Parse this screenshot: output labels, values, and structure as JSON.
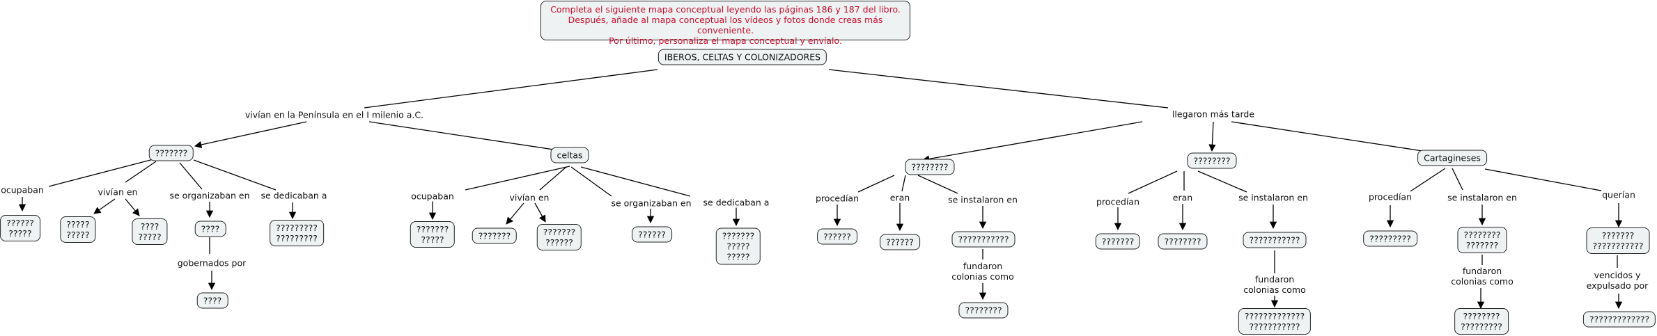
{
  "instructions": [
    "Completa el siguiente mapa conceptual leyendo las páginas 186 y 187 del libro.",
    "Después, añade al mapa conceptual los vídeos y fotos donde creas más conveniente.",
    "Por último, personaliza el mapa conceptual y envíalo."
  ],
  "colors": {
    "instructions_text": "#c8102e",
    "node_fill": "#eef2f3",
    "node_border": "#222222"
  },
  "map": {
    "root": "IBEROS, CELTAS Y COLONIZADORES",
    "branch_left": "vivían en la Península en el I milenio a.C.",
    "branch_right": "llegaron más tarde",
    "iberos": {
      "title": "???????",
      "ocupaban": "ocupaban",
      "ocupaban_val": "??????\n?????",
      "vivian_en": "vivían en",
      "vivian_a": "?????\n?????",
      "vivian_b": "????\n?????",
      "organizaban": "se organizaban en",
      "organizaban_val": "????",
      "gobernados": "gobernados por",
      "gobernados_val": "????",
      "dedicaban": "se dedicaban a",
      "dedicaban_val": "?????????\n?????????"
    },
    "celtas": {
      "title": "celtas",
      "ocupaban": "ocupaban",
      "ocupaban_val": "???????\n?????",
      "vivian_en": "vivían en",
      "vivian_a": "???????",
      "vivian_b": "???????\n??????",
      "organizaban": "se organizaban en",
      "organizaban_val": "??????",
      "dedicaban": "se dedicaban a",
      "dedicaban_val": "???????\n?????\n?????"
    },
    "col1": {
      "title": "????????",
      "procedian": "procedían",
      "procedian_val": "??????",
      "eran": "eran",
      "eran_val": "??????",
      "instalaron": "se instalaron en",
      "instalaron_val": "???????????",
      "fundaron": "fundaron\ncolonias como",
      "fundaron_val": "????????"
    },
    "col2": {
      "title": "????????",
      "procedian": "procedían",
      "procedian_val": "???????",
      "eran": "eran",
      "eran_val": "????????",
      "instalaron": "se instalaron en",
      "instalaron_val": "???????????",
      "fundaron": "fundaron\ncolonias como",
      "fundaron_val": "?????????????\n???????????"
    },
    "cartagineses": {
      "title": "Cartagineses",
      "procedian": "procedían",
      "procedian_val": "?????????",
      "instalaron": "se instalaron en",
      "instalaron_val": "????????\n???????",
      "fundaron": "fundaron\ncolonias como",
      "fundaron_val": "????????\n?????????",
      "querian": "querían",
      "querian_val": "???????\n???????????",
      "vencidos": "vencidos y\nexpulsado por",
      "vencidos_val": "?????????????"
    }
  }
}
